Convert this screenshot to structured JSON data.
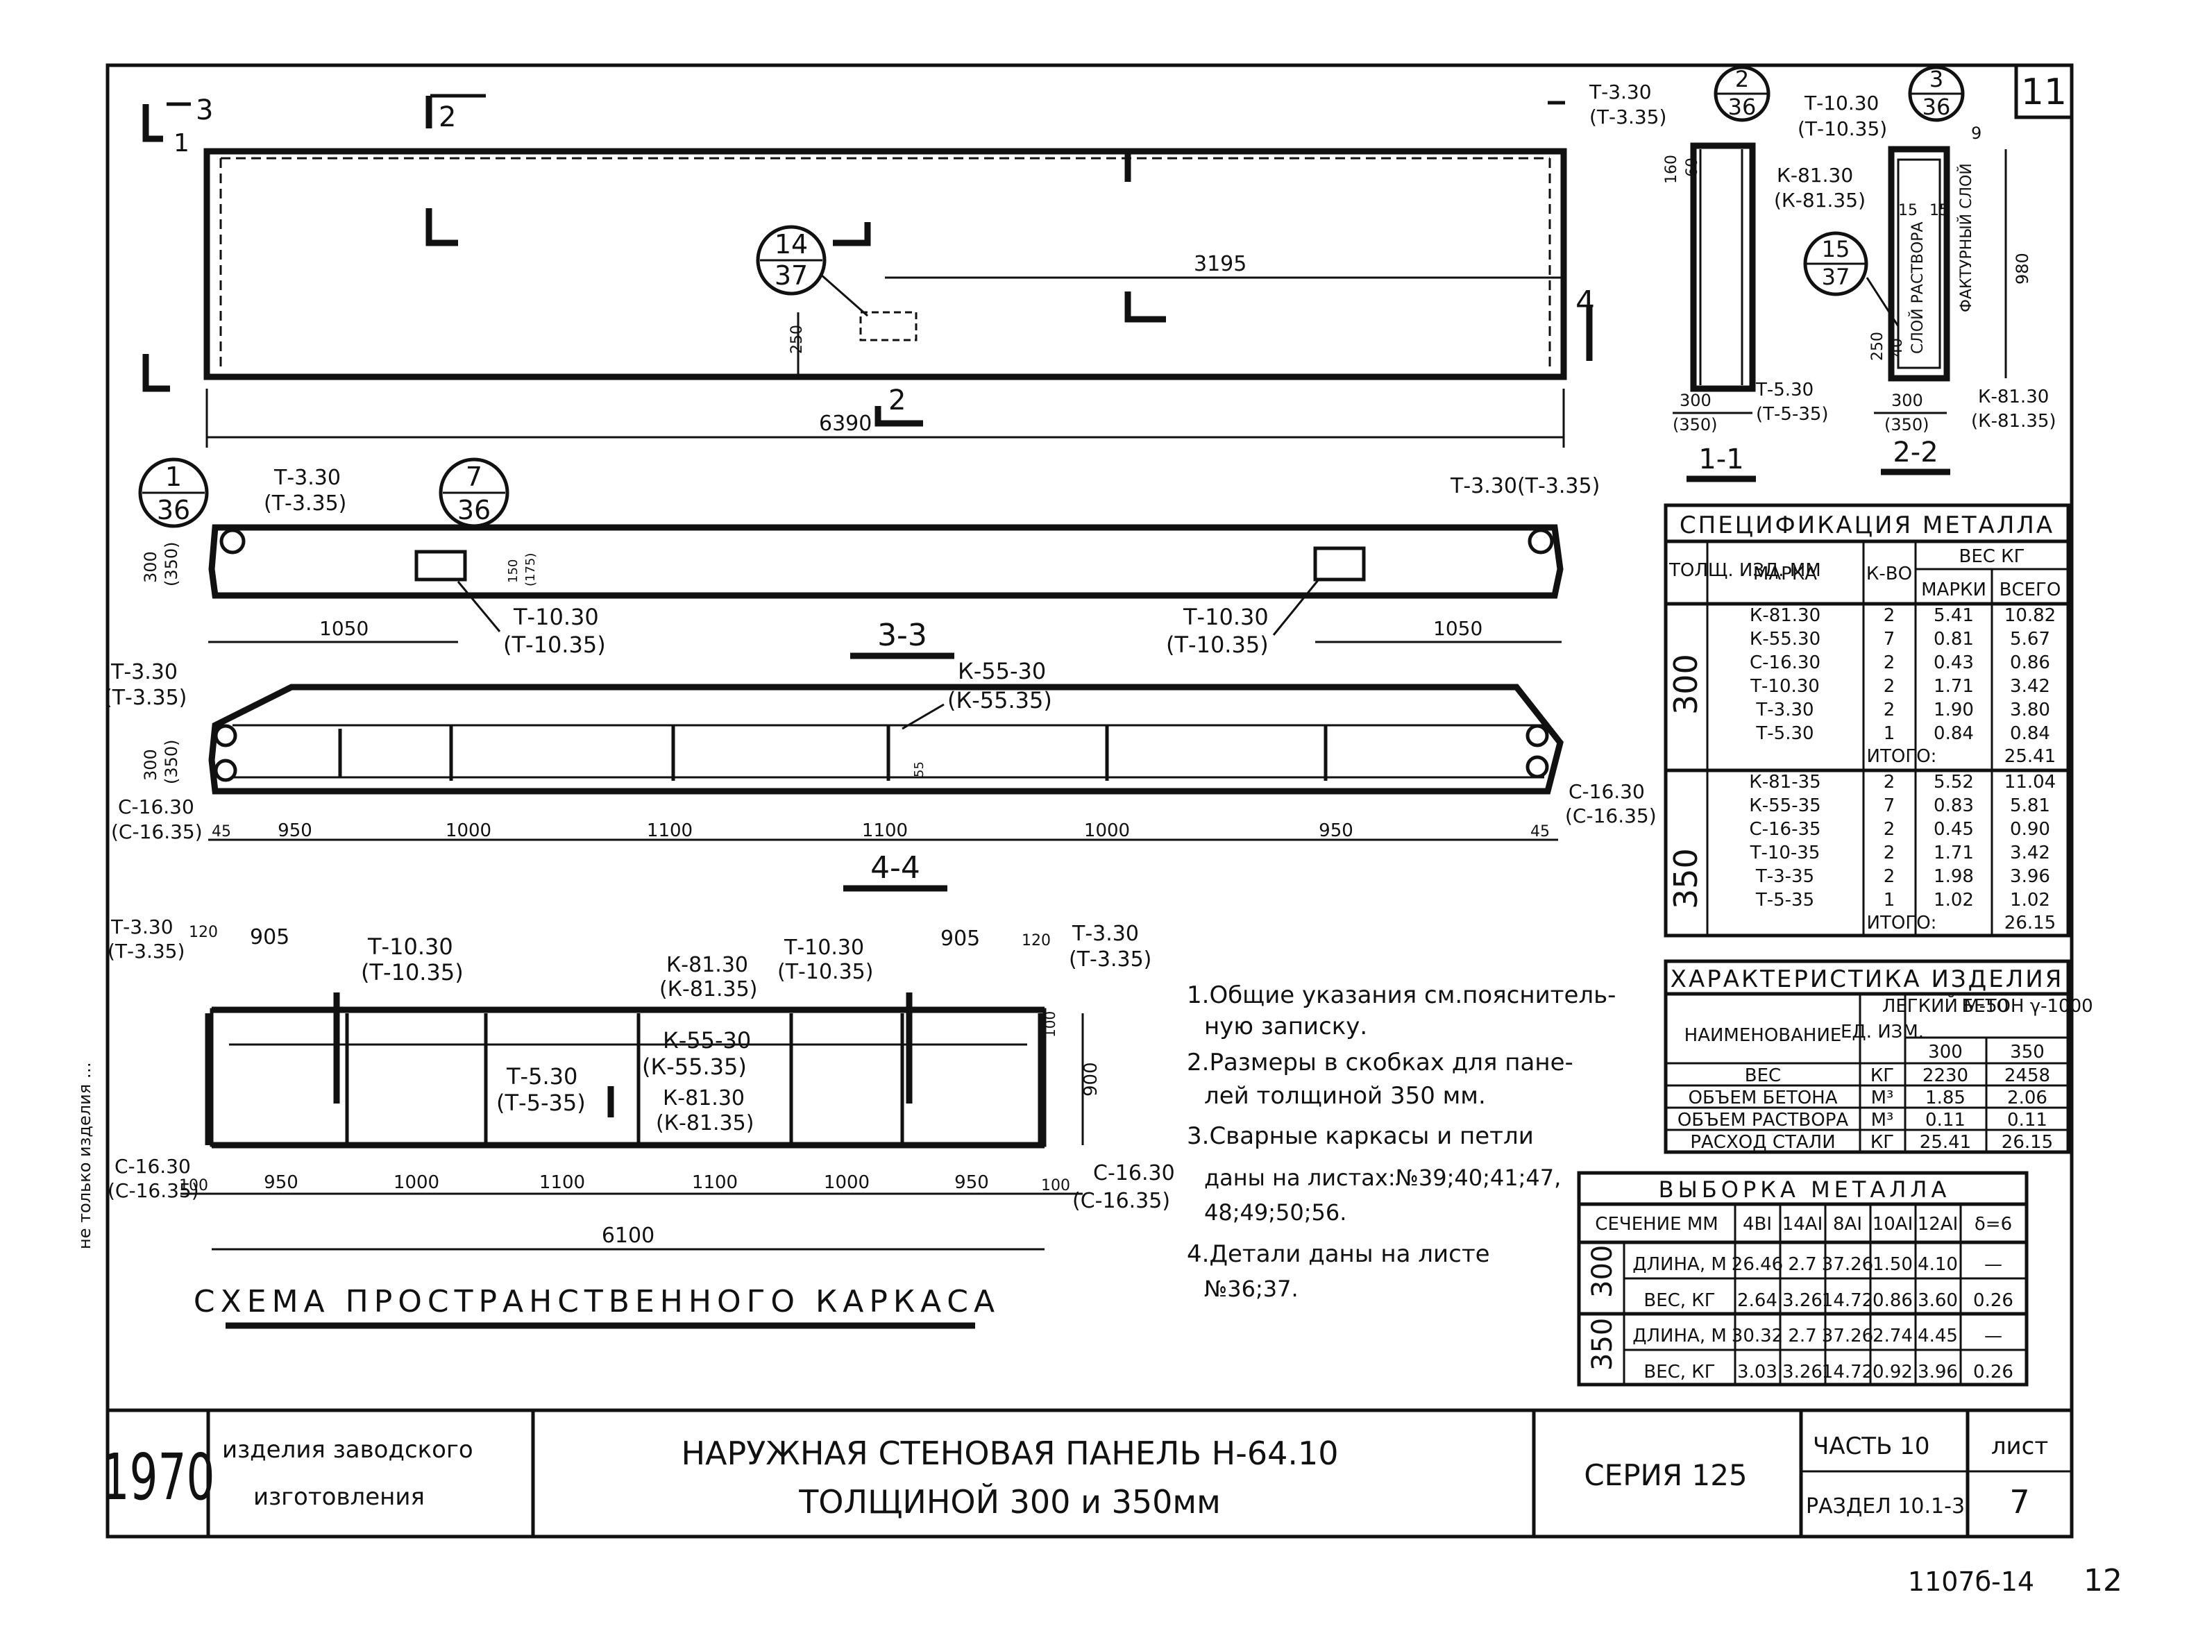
{
  "sheet": {
    "sheet_label": "лист",
    "sheet_number": "7",
    "corner_number": "11",
    "page_number_right": "12",
    "archive_code": "1107б-14",
    "year": "1970",
    "category_line1": "изделия заводского",
    "category_line2": "изготовления",
    "title_line1": "НАРУЖНАЯ СТЕНОВАЯ ПАНЕЛЬ Н-64.10",
    "title_line2": "ТОЛЩИНОЙ 300 и 350мм",
    "series": "СЕРИЯ 125",
    "part": "ЧАСТЬ 10",
    "section": "РАЗДЕЛ 10.1-3",
    "margin_stamp": "не только изделия …"
  },
  "plan": {
    "dim_overall": "6390",
    "dim_inner": "3195",
    "dim_250": "250",
    "section_2": "2",
    "section_3": "3",
    "section_4": "4",
    "section_1": "1",
    "callout_14": "14",
    "callout_37": "37"
  },
  "section_views": {
    "view_1_1": "1-1",
    "view_2_2": "2-2",
    "callout_2": "2",
    "callout_36": "36",
    "callout_3": "3",
    "callout_15": "15",
    "callout_37": "37",
    "t330": "Т-3.30",
    "t335": "(Т-3.35)",
    "t1030": "Т-10.30",
    "t1035": "(Т-10.35)",
    "k8130": "К-81.30",
    "k8135": "(К-81.35)",
    "t530": "Т-5.30",
    "t535": "(Т-5-35)",
    "d300": "300",
    "d350": "(350)",
    "d160": "160",
    "d60": "60",
    "d15a": "15",
    "d15b": "15",
    "d980": "980",
    "d250": "250",
    "d40": "40",
    "d9": "9",
    "layer_mortar": "СЛОЙ РАСТВОРА",
    "layer_facing": "ФАКТУРНЫЙ СЛОЙ"
  },
  "section_3_3": {
    "label": "3-3",
    "callout_1": "1",
    "callout_36": "36",
    "callout_7": "7",
    "callout_36b": "36",
    "t330": "Т-3.30",
    "t335": "(Т-3.35)",
    "t330r": "Т-3.30(Т-3.35)",
    "t1030": "Т-10.30",
    "t1035": "(Т-10.35)",
    "t1030r": "Т-10.30",
    "t1035r": "(Т-10.35)",
    "d1050a": "1050",
    "d1050b": "1050",
    "d300": "300",
    "d350": "(350)",
    "d150": "150",
    "d175": "(175)"
  },
  "section_4_4": {
    "label": "4-4",
    "t330": "Т-3.30",
    "t335": "(Т-3.35)",
    "k5530": "К-55-30",
    "k5535": "(К-55.35)",
    "c1630": "С-16.30",
    "c1635": "(С-16.35)",
    "c1630r": "С-16.30",
    "c1635r": "(С-16.35)",
    "d300": "300",
    "d350": "(350)",
    "d45a": "45",
    "d45b": "45",
    "d55": "55",
    "dims": [
      "950",
      "1000",
      "1100",
      "1100",
      "1000",
      "950"
    ]
  },
  "frame_scheme": {
    "title": "СХЕМА ПРОСТРАНСТВЕННОГО КАРКАСА",
    "t330l": "Т-3.30",
    "t335l": "(Т-3.35)",
    "t330r": "Т-3.30",
    "t335r": "(Т-3.35)",
    "t1030l": "Т-10.30",
    "t1035l": "(Т-10.35)",
    "t1030r": "Т-10.30",
    "t1035r": "(Т-10.35)",
    "k8130": "К-81.30",
    "k8135": "(К-81.35)",
    "k5530": "К-55-30",
    "k5535": "(К-55.35)",
    "k8130b": "К-81.30",
    "k8135b": "(К-81.35)",
    "t530": "Т-5.30",
    "t535": "(Т-5-35)",
    "c1630l": "С-16.30",
    "c1635l": "(С-16.35)",
    "c1630r": "С-16.30",
    "c1635r": "(С-16.35)",
    "d120a": "120",
    "d120b": "120",
    "d905a": "905",
    "d905b": "905",
    "d100a": "100",
    "d100b": "100",
    "d900": "900",
    "d100v": "100",
    "total": "6100",
    "dims": [
      "950",
      "1000",
      "1100",
      "1100",
      "1000",
      "950"
    ]
  },
  "notes": [
    "1.Общие указания см.пояснитель-",
    "ную записку.",
    "2.Размеры в скобках для пане-",
    "лей толщиной 350 мм.",
    "3.Сварные каркасы и петли",
    "даны на листах:№39;40;41;47,",
    "48;49;50;56.",
    "4.Детали даны на листе",
    "№36;37."
  ],
  "metal_spec": {
    "title": "СПЕЦИФИКАЦИЯ МЕТАЛЛА",
    "col_thickness": "ТОЛЩ. ИЗД. ММ",
    "col_mark": "МАРКА",
    "col_qty": "К-ВО",
    "col_weight": "ВЕС КГ",
    "col_weight_mark": "МАРКИ",
    "col_weight_total": "ВСЕГО",
    "group_300": "300",
    "group_350": "350",
    "rows_300": [
      [
        "К-81.30",
        "2",
        "5.41",
        "10.82"
      ],
      [
        "К-55.30",
        "7",
        "0.81",
        "5.67"
      ],
      [
        "С-16.30",
        "2",
        "0.43",
        "0.86"
      ],
      [
        "Т-10.30",
        "2",
        "1.71",
        "3.42"
      ],
      [
        "Т-3.30",
        "2",
        "1.90",
        "3.80"
      ],
      [
        "Т-5.30",
        "1",
        "0.84",
        "0.84"
      ]
    ],
    "total_300_label": "ИТОГО:",
    "total_300": "25.41",
    "rows_350": [
      [
        "К-81-35",
        "2",
        "5.52",
        "11.04"
      ],
      [
        "К-55-35",
        "7",
        "0.83",
        "5.81"
      ],
      [
        "С-16-35",
        "2",
        "0.45",
        "0.90"
      ],
      [
        "Т-10-35",
        "2",
        "1.71",
        "3.42"
      ],
      [
        "Т-3-35",
        "2",
        "1.98",
        "3.96"
      ],
      [
        "Т-5-35",
        "1",
        "1.02",
        "1.02"
      ]
    ],
    "total_350_label": "ИТОГО:",
    "total_350": "26.15"
  },
  "product_char": {
    "title": "ХАРАКТЕРИСТИКА ИЗДЕЛИЯ",
    "col_name": "НАИМЕНОВАНИЕ",
    "col_unit": "ЕД. ИЗМ.",
    "col_concrete_1": "ЛЕГКИЙ М-50",
    "col_concrete_2": "БЕТОН γ-1000",
    "col_300": "300",
    "col_350": "350",
    "rows": [
      [
        "ВЕС",
        "КГ",
        "2230",
        "2458"
      ],
      [
        "ОБЪЕМ БЕТОНА",
        "М³",
        "1.85",
        "2.06"
      ],
      [
        "ОБЪЕМ РАСТВОРА",
        "М³",
        "0.11",
        "0.11"
      ],
      [
        "РАСХОД СТАЛИ",
        "КГ",
        "25.41",
        "26.15"
      ]
    ]
  },
  "metal_sample": {
    "title": "ВЫБОРКА МЕТАЛЛА",
    "col_section": "СЕЧЕНИЕ ММ",
    "cols": [
      "4ВI",
      "14АI",
      "8АI",
      "10АI",
      "12АI",
      "δ=6"
    ],
    "group_300": "300",
    "group_350": "350",
    "rows_300": [
      [
        "ДЛИНА, М",
        "26.46",
        "2.7",
        "37.26",
        "1.50",
        "4.10",
        "—"
      ],
      [
        "ВЕС, КГ",
        "2.64",
        "3.26",
        "14.72",
        "0.86",
        "3.60",
        "0.26"
      ]
    ],
    "rows_350": [
      [
        "ДЛИНА, М",
        "30.32",
        "2.7",
        "37.26",
        "2.74",
        "4.45",
        "—"
      ],
      [
        "ВЕС, КГ",
        "3.03",
        "3.26",
        "14.72",
        "0.92",
        "3.96",
        "0.26"
      ]
    ]
  }
}
